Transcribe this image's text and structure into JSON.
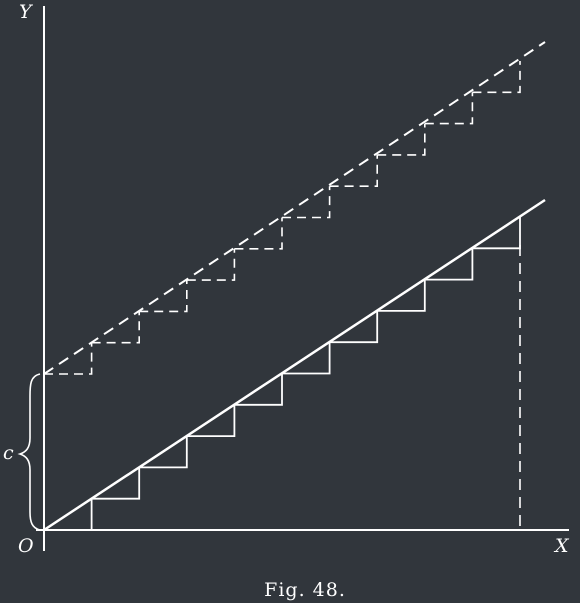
{
  "labels": {
    "y_axis": "Y",
    "x_axis": "X",
    "origin": "O",
    "c": "c"
  },
  "caption": "Fig. 48.",
  "colors": {
    "background": "#31363c",
    "ink": "#ffffff"
  }
}
